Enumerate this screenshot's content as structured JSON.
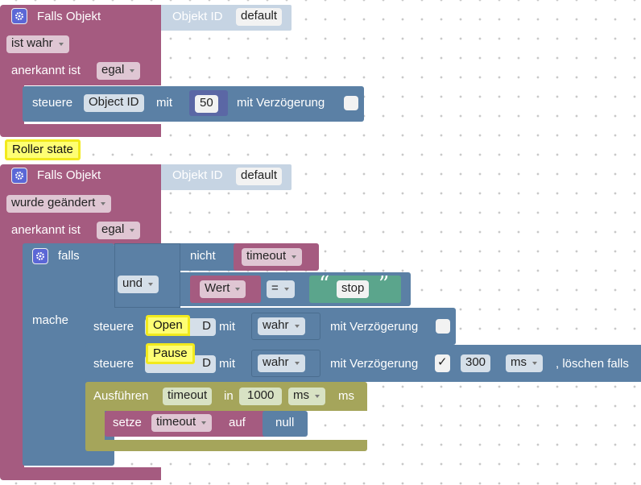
{
  "colors": {
    "event": "#a55b80",
    "control": "#5b80a5",
    "logic": "#5ba58c",
    "timer": "#a5a55b",
    "variable": "#a55b80",
    "comment": "#fefe74",
    "gear": "#5b67d6"
  },
  "block1": {
    "header": "Falls Objekt",
    "oid_label": "Objekt ID",
    "oid_value": "default",
    "trigger": "ist wahr",
    "ack_label": "anerkannt ist",
    "ack_value": "egal",
    "control": {
      "label": "steuere",
      "object": "Object ID",
      "mit": "mit",
      "value": "50",
      "delay_label": "mit Verzögerung"
    }
  },
  "comment_roller": "Roller state",
  "block2": {
    "header": "Falls Objekt",
    "oid_label": "Objekt ID",
    "oid_value": "default",
    "trigger": "wurde geändert",
    "ack_label": "anerkannt ist",
    "ack_value": "egal",
    "if_block": {
      "label": "falls",
      "do_label": "mache",
      "operator": "und",
      "not_label": "nicht",
      "timeout_var": "timeout",
      "wert_var": "Wert",
      "compare_op": "=",
      "string_value": "stop",
      "quote_open": "“",
      "quote_close": "”"
    },
    "control1": {
      "label": "steuere",
      "partial": "D",
      "mit": "mit",
      "value": "wahr",
      "delay_label": "mit Verzögerung",
      "comment": "Open"
    },
    "control2": {
      "label": "steuere",
      "partial": "D",
      "mit": "mit",
      "value": "wahr",
      "delay_label": "mit Verzögerung",
      "checkmark": "✓",
      "delay_value": "300",
      "unit": "ms",
      "clear_label": ", löschen falls",
      "comment": "Pause"
    },
    "timeout_block": {
      "label": "Ausführen",
      "var": "timeout",
      "in": "in",
      "value": "1000",
      "unit_dd": "ms",
      "unit": "ms"
    },
    "set_block": {
      "label": "setze",
      "var": "timeout",
      "auf": "auf",
      "value": "null"
    }
  }
}
